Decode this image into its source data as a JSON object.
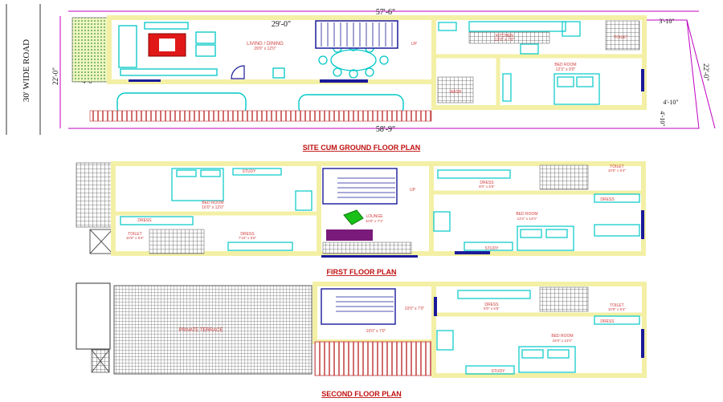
{
  "road_label": "30' WIDE ROAD",
  "ground": {
    "title": "SITE CUM GROUND FLOOR PLAN",
    "dims": {
      "top": "57'-6\"",
      "living_width": "29'-0\"",
      "right_top": "3'-10\"",
      "left_height": "22'-0\"",
      "right_height": "22'-0\"",
      "left_small": "4'-6\"",
      "right_small": "4'-10\"",
      "right_lower": "4'-10\"",
      "bottom": "58'-9\""
    },
    "rooms": {
      "living": "LIVING / DINING",
      "living_size": "29'0\" x 12'0\"",
      "kitchen": "KITCHEN",
      "kitchen_size": "13'0\" x 7'0\"",
      "bedroom": "BED ROOM",
      "bedroom_size": "12'3\" x 9'0\"",
      "wash": "WASH",
      "toilet": "TOILET",
      "up": "UP"
    }
  },
  "first": {
    "title": "FIRST FLOOR PLAN",
    "rooms": {
      "study": "STUDY",
      "bedroom_left": "BED ROOM",
      "bedroom_left_size": "16'0\" x 12'0\"",
      "dress_left": "DRESS",
      "toilet_left": "TOILET",
      "toilet_left_size": "10'0\" x 5'4\"",
      "dress_left2": "DRESS",
      "dress_left2_size": "7'10\" x 5'6\"",
      "lounge": "LOUNGE",
      "lounge_size": "10'0\" x 7'1\"",
      "up": "UP",
      "dress_right": "DRESS",
      "dress_right_size": "8'0\" x 5'6\"",
      "toilet_right": "TOILET",
      "toilet_right_size": "10'0\" x 5'4\"",
      "dress_right2": "DRESS",
      "bedroom_right": "BED ROOM",
      "bedroom_right_size": "13'2\" x 12'0\"",
      "study_right": "STUDY"
    }
  },
  "second": {
    "title": "SECOND FLOOR PLAN",
    "rooms": {
      "terrace": "PRIVATE TERRACE",
      "landing_size": "10'0\" x 7'0\"",
      "landing2_size": "10'0\" x 7'0\"",
      "dress": "DRESS",
      "dress_size": "8'0\" x 5'6\"",
      "toilet": "TOILET",
      "toilet_size": "10'0\" x 5'4\"",
      "dress2": "DRESS",
      "bedroom": "BED ROOM",
      "bedroom_size": "16'0\" x 12'0\"",
      "study": "STUDY"
    }
  },
  "colors": {
    "wall": "#f3f0a6",
    "furniture": "#00c7c7",
    "walls_blue": "#1a1a9a",
    "dimension": "#c000c0",
    "hatch": "#444444",
    "title": "#c01010",
    "sofa_red": "#e01818"
  }
}
